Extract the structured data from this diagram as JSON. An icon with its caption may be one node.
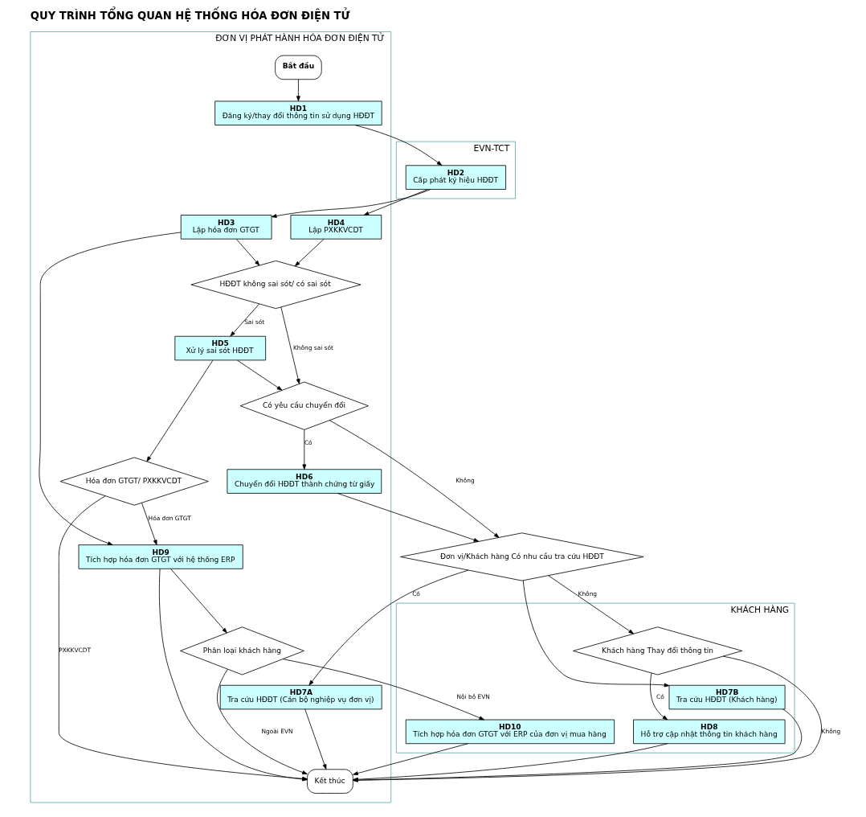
{
  "diagram": {
    "title": "QUY TRÌNH TỔNG QUAN HỆ THỐNG HÓA ĐƠN ĐIỆN TỬ",
    "nodes": [
      {
        "text": [
          "EVN-TCT"
        ]
      },
      {
        "text": [
          "ĐƠN VỊ PHÁT HÀNH HÓA ĐƠN ĐIỆN TỬ"
        ]
      },
      {
        "text": [
          "KHÁCH HÀNG"
        ]
      },
      {
        "text": [
          "HD2",
          "Cấp phát ký hiệu HĐĐT"
        ],
        "in": 0
      },
      {
        "text": [
          "Bắt đầu"
        ],
        "in": 1
      },
      {
        "text": [
          "HD1",
          "Đăng ký/thay đổi thông tin sử dụng HĐĐT"
        ],
        "in": 1
      },
      {
        "text": [
          "HD3",
          "Lập hóa đơn GTGT"
        ],
        "in": 1
      },
      {
        "text": [
          "HD4",
          "Lập PXKKVCDT"
        ],
        "in": 1
      },
      {
        "text": [
          "HĐĐT không sai sót/ có sai sót"
        ],
        "in": 1
      },
      {
        "text": [
          "HD9",
          "Tích hợp hóa đơn GTGT với hệ thống ERP"
        ],
        "in": 1
      },
      {
        "text": [
          "Có yêu cầu chuyển đổi"
        ],
        "in": 1
      },
      {
        "text": [
          "HD5",
          "Xử lý sai sót HĐĐT"
        ],
        "in": 1
      },
      {
        "text": [
          "Hóa đơn GTGT/ PXKKVCDT"
        ],
        "in": 1
      },
      {
        "text": [
          "HD6",
          "Chuyển đổi HĐĐT thành chứng từ giấy"
        ],
        "in": 1
      },
      {
        "text": [
          "Phân loại khách hàng"
        ],
        "in": 1
      },
      {
        "text": [
          "HD7A",
          "Tra cứu HĐĐT (Cán bộ nghiệp vụ đơn vị)"
        ],
        "in": 1
      },
      {
        "text": [
          "Kết thúc"
        ],
        "in": 1
      },
      {
        "text": [
          "Đơn vị/Khách hàng Có nhu cầu tra cứu HĐĐT"
        ]
      },
      {
        "text": [
          "HD7B",
          "Tra cứu HĐĐT (Khách hàng)"
        ],
        "in": 2
      },
      {
        "text": [
          "HD10",
          "Tích hợp hóa đơn GTGT với ERP của đơn vị mua hàng"
        ],
        "in": 2
      },
      {
        "text": [
          "Khách hàng Thay đổi thông tin"
        ],
        "in": 2
      },
      {
        "text": [
          "HD8",
          "Hỗ trợ cập nhật thông tin khách hàng"
        ],
        "in": 2
      }
    ],
    "edges": [
      {
        "from": 4,
        "to": 5,
        "arrow": "to"
      },
      {
        "from": 5,
        "to": 3,
        "arrow": "to"
      },
      {
        "from": 3,
        "to": 6,
        "arrow": "to"
      },
      {
        "from": 3,
        "to": 7,
        "arrow": "to"
      },
      {
        "from": 6,
        "to": 9,
        "arrow": "to"
      },
      {
        "from": 6,
        "to": 8,
        "arrow": "to"
      },
      {
        "from": 7,
        "to": 8,
        "arrow": "to"
      },
      {
        "from": 8,
        "to": 10,
        "arrow": "to",
        "label": "Không sai sót"
      },
      {
        "from": 8,
        "to": 11,
        "arrow": "to",
        "label": "Sai sót"
      },
      {
        "from": 11,
        "to": 10,
        "arrow": "to"
      },
      {
        "from": 11,
        "to": 12,
        "arrow": "to"
      },
      {
        "from": 12,
        "to": 9,
        "arrow": "to",
        "label": "Hóa đơn GTGT"
      },
      {
        "from": 12,
        "to": 16,
        "arrow": "to",
        "label": "PXKKVCDT"
      },
      {
        "from": 10,
        "to": 13,
        "arrow": "to",
        "label": "Có"
      },
      {
        "from": 10,
        "to": 17,
        "arrow": "to",
        "label": "Không"
      },
      {
        "from": 13,
        "to": 17,
        "arrow": "to"
      },
      {
        "from": 9,
        "to": 14,
        "arrow": "to"
      },
      {
        "from": 9,
        "to": 16,
        "arrow": "to"
      },
      {
        "from": 14,
        "to": 19,
        "arrow": "to",
        "label": "Nội bộ EVN"
      },
      {
        "from": 14,
        "to": 16,
        "arrow": "to",
        "label": "Ngoài EVN"
      },
      {
        "from": 17,
        "to": 15,
        "arrow": "to",
        "label": "Có"
      },
      {
        "from": 17,
        "to": 18,
        "arrow": "to"
      },
      {
        "from": 17,
        "to": 20,
        "arrow": "to",
        "label": "Không"
      },
      {
        "from": 15,
        "to": 16,
        "arrow": "to"
      },
      {
        "from": 18,
        "to": 16,
        "arrow": "to"
      },
      {
        "from": 19,
        "to": 16,
        "arrow": "to"
      },
      {
        "from": 20,
        "to": 16,
        "arrow": "to",
        "label": "Không"
      },
      {
        "from": 20,
        "to": 21,
        "arrow": "to",
        "label": "Có"
      },
      {
        "from": 21,
        "to": 16,
        "arrow": "to"
      }
    ]
  }
}
